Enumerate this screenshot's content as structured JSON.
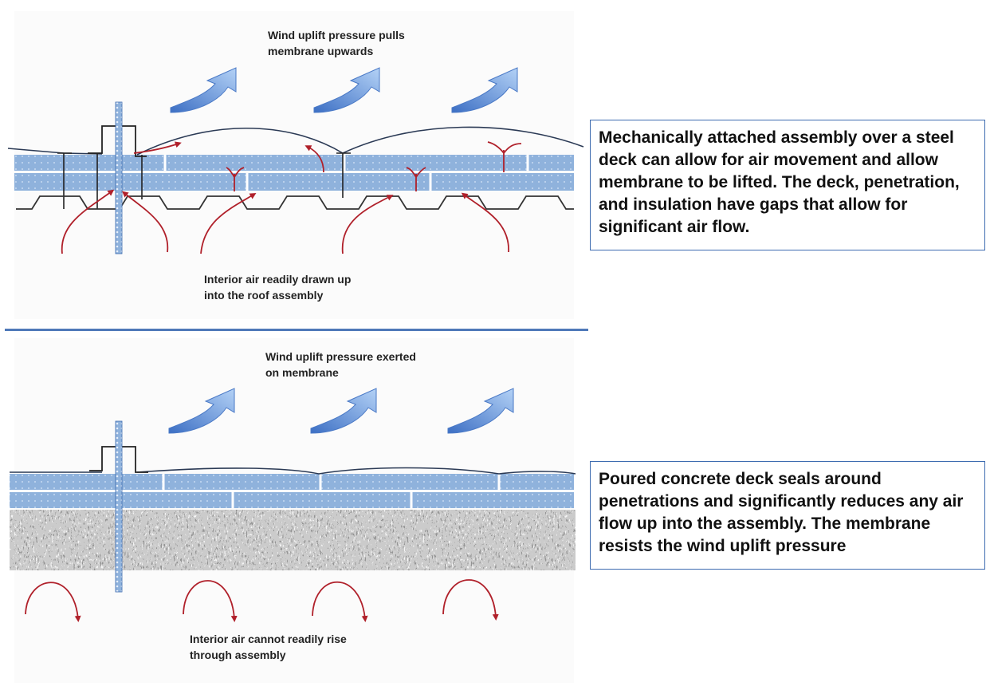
{
  "top_panel": {
    "uplift_label_line1": "Wind uplift pressure pulls",
    "uplift_label_line2": "membrane upwards",
    "interior_label_line1": "Interior air readily drawn up",
    "interior_label_line2": "into the roof assembly",
    "caption": "Mechanically attached assembly over a steel deck can allow for air movement and allow membrane to be lifted. The deck, penetration, and insulation have gaps that allow for significant air flow."
  },
  "bottom_panel": {
    "uplift_label_line1": "Wind uplift pressure exerted",
    "uplift_label_line2": "on membrane",
    "interior_label_line1": "Interior air cannot readily rise",
    "interior_label_line2": "through assembly",
    "caption": "Poured concrete deck seals around penetrations and significantly reduces any air flow up into the assembly. The membrane resists the wind uplift pressure"
  },
  "colors": {
    "insulation": "#8fb2dc",
    "wind_arrow": "#6d9fe0",
    "air_arrow": "#b0202a",
    "caption_border": "#3d6bb0",
    "divider": "#4f79b9"
  }
}
